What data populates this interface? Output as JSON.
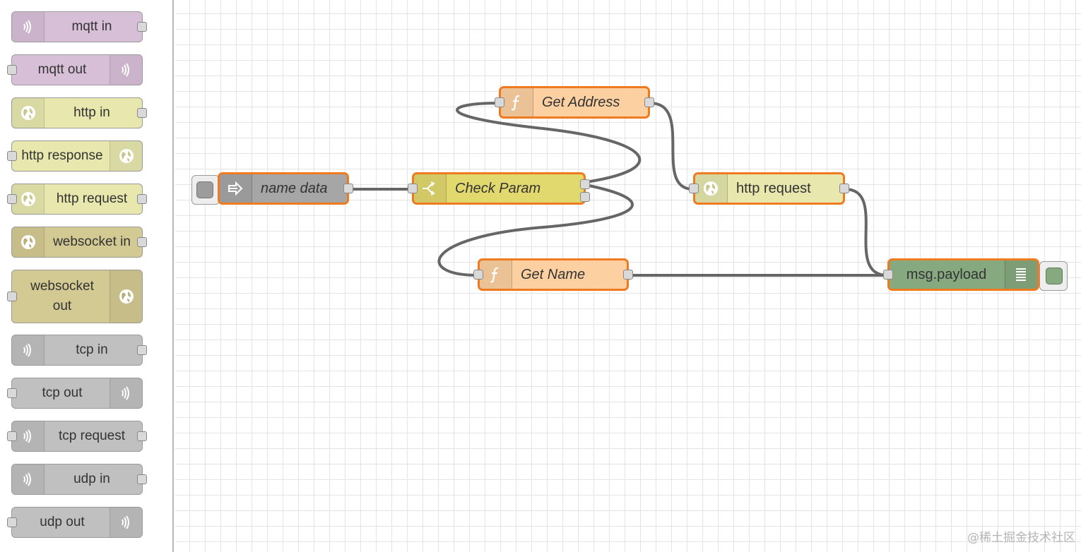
{
  "palette": {
    "nodes": [
      {
        "name": "mqtt-in",
        "label": "mqtt in",
        "color": "#d8bfd8",
        "icon": "bridge-icon",
        "icon_side": "left",
        "port": "out"
      },
      {
        "name": "mqtt-out",
        "label": "mqtt out",
        "color": "#d8bfd8",
        "icon": "bridge-icon",
        "icon_side": "right",
        "port": "in"
      },
      {
        "name": "http-in",
        "label": "http in",
        "color": "#e7e7ae",
        "icon": "globe-icon",
        "icon_side": "left",
        "port": "out"
      },
      {
        "name": "http-response",
        "label": "http response",
        "color": "#e7e7ae",
        "icon": "globe-icon",
        "icon_side": "right",
        "port": "in"
      },
      {
        "name": "http-request",
        "label": "http request",
        "color": "#e7e7ae",
        "icon": "globe-icon",
        "icon_side": "left",
        "port": "both"
      },
      {
        "name": "websocket-in",
        "label": "websocket in",
        "color": "#d3c992",
        "icon": "globe-icon",
        "icon_side": "left",
        "port": "out"
      },
      {
        "name": "websocket-out",
        "label": "websocket out",
        "color": "#d3c992",
        "icon": "globe-icon",
        "icon_side": "right",
        "port": "in",
        "tall": true
      },
      {
        "name": "tcp-in",
        "label": "tcp in",
        "color": "#c0c0c0",
        "icon": "bridge-icon",
        "icon_side": "left",
        "port": "out"
      },
      {
        "name": "tcp-out",
        "label": "tcp out",
        "color": "#c0c0c0",
        "icon": "bridge-icon",
        "icon_side": "right",
        "port": "in"
      },
      {
        "name": "tcp-request",
        "label": "tcp request",
        "color": "#c0c0c0",
        "icon": "bridge-icon",
        "icon_side": "left",
        "port": "both"
      },
      {
        "name": "udp-in",
        "label": "udp in",
        "color": "#c0c0c0",
        "icon": "bridge-icon",
        "icon_side": "left",
        "port": "out"
      },
      {
        "name": "udp-out",
        "label": "udp out",
        "color": "#c0c0c0",
        "icon": "bridge-icon",
        "icon_side": "right",
        "port": "in"
      }
    ]
  },
  "flow": {
    "nodes": [
      {
        "name": "inject-name-data",
        "label": "name data",
        "color": "#a6a6a6",
        "icon": "inject-arrow-icon",
        "icon_side": "left",
        "italic": true
      },
      {
        "name": "switch-check-param",
        "label": "Check Param",
        "color": "#e2d96e",
        "icon": "switch-icon",
        "icon_side": "left",
        "italic": true
      },
      {
        "name": "function-get-address",
        "label": "Get Address",
        "color": "#fdd0a2",
        "icon": "function-icon",
        "icon_side": "left",
        "italic": true
      },
      {
        "name": "function-get-name",
        "label": "Get Name",
        "color": "#fdd0a2",
        "icon": "function-icon",
        "icon_side": "left",
        "italic": true
      },
      {
        "name": "http-request-node",
        "label": "http request",
        "color": "#e7e7ae",
        "icon": "globe-icon",
        "icon_side": "left",
        "italic": false
      },
      {
        "name": "debug-msg-payload",
        "label": "msg.payload",
        "color": "#87a980",
        "icon": "debug-list-icon",
        "icon_side": "right",
        "italic": false
      }
    ]
  },
  "colors": {
    "selected_border": "#f07a20",
    "wire": "#666666",
    "grid": "#e4e4e4"
  },
  "watermark": "@稀土掘金技术社区"
}
